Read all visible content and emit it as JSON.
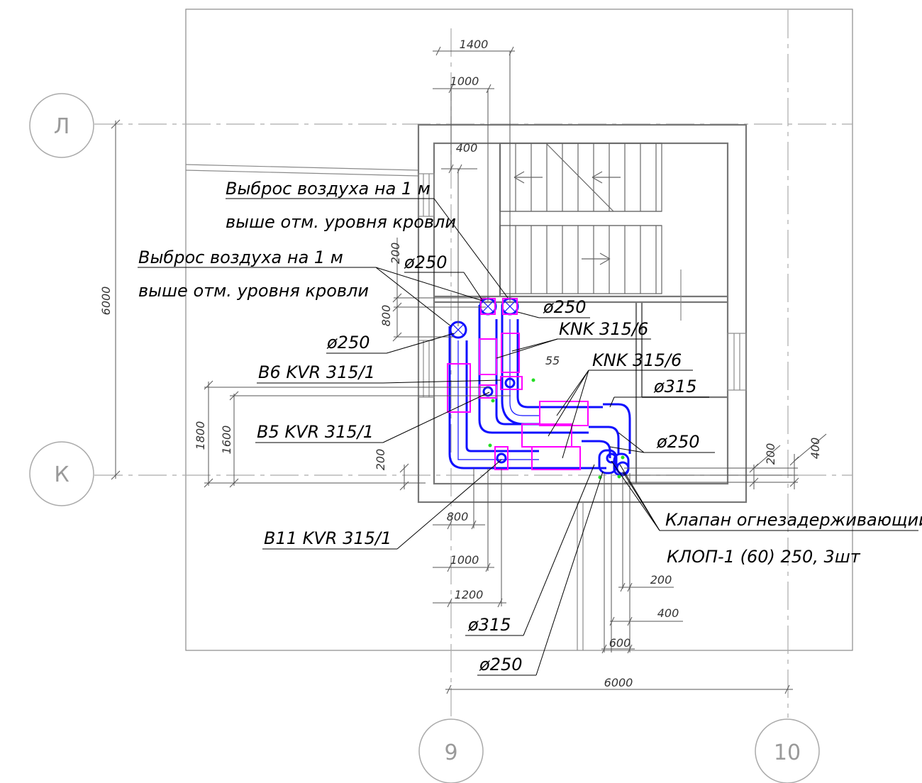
{
  "axes": {
    "row_top": "Л",
    "row_bottom": "К",
    "col_left": "9",
    "col_right": "10"
  },
  "dimensions": {
    "d1400": "1400",
    "d1000_top": "1000",
    "d400_top": "400",
    "d200_left": "200",
    "d800_left": "800",
    "d6000_vertical": "6000",
    "d1800": "1800",
    "d1600": "1600",
    "d200_lower": "200",
    "d55": "55",
    "d800_bottom": "800",
    "d1000_bottom": "1000",
    "d1200_bottom": "1200",
    "d200_right_bottom": "200",
    "d400_right_bottom": "400",
    "d600_bottom": "600",
    "d6000_horizontal": "6000",
    "d200_right": "200",
    "d400_right": "400"
  },
  "labels": {
    "exhaust1_line1": "Выброс воздуха на 1 м",
    "exhaust1_line2": "выше отм. уровня кровли",
    "exhaust2_line1": "Выброс воздуха на 1 м",
    "exhaust2_line2": "выше отм. уровня кровли",
    "dia250_a": "ø250",
    "dia250_b": "ø250",
    "dia250_c": "ø250",
    "knk_a": "KNK 315/6",
    "knk_b": "KNK 315/6",
    "b6": "В6 KVR 315/1",
    "b5": "В5 KVR 315/1",
    "b11": "В11 KVR 315/1",
    "dia315_right": "ø315",
    "dia250_right": "ø250",
    "valve_line1": "Клапан огнезадерживающий",
    "valve_line2": "КЛОП-1 (60) 250, 3шт",
    "dia315_bottom": "ø315",
    "dia250_bottom": "ø250"
  },
  "colors": {
    "duct": "#1010ff",
    "fittings": "#ff00ff",
    "walls": "#777777"
  }
}
